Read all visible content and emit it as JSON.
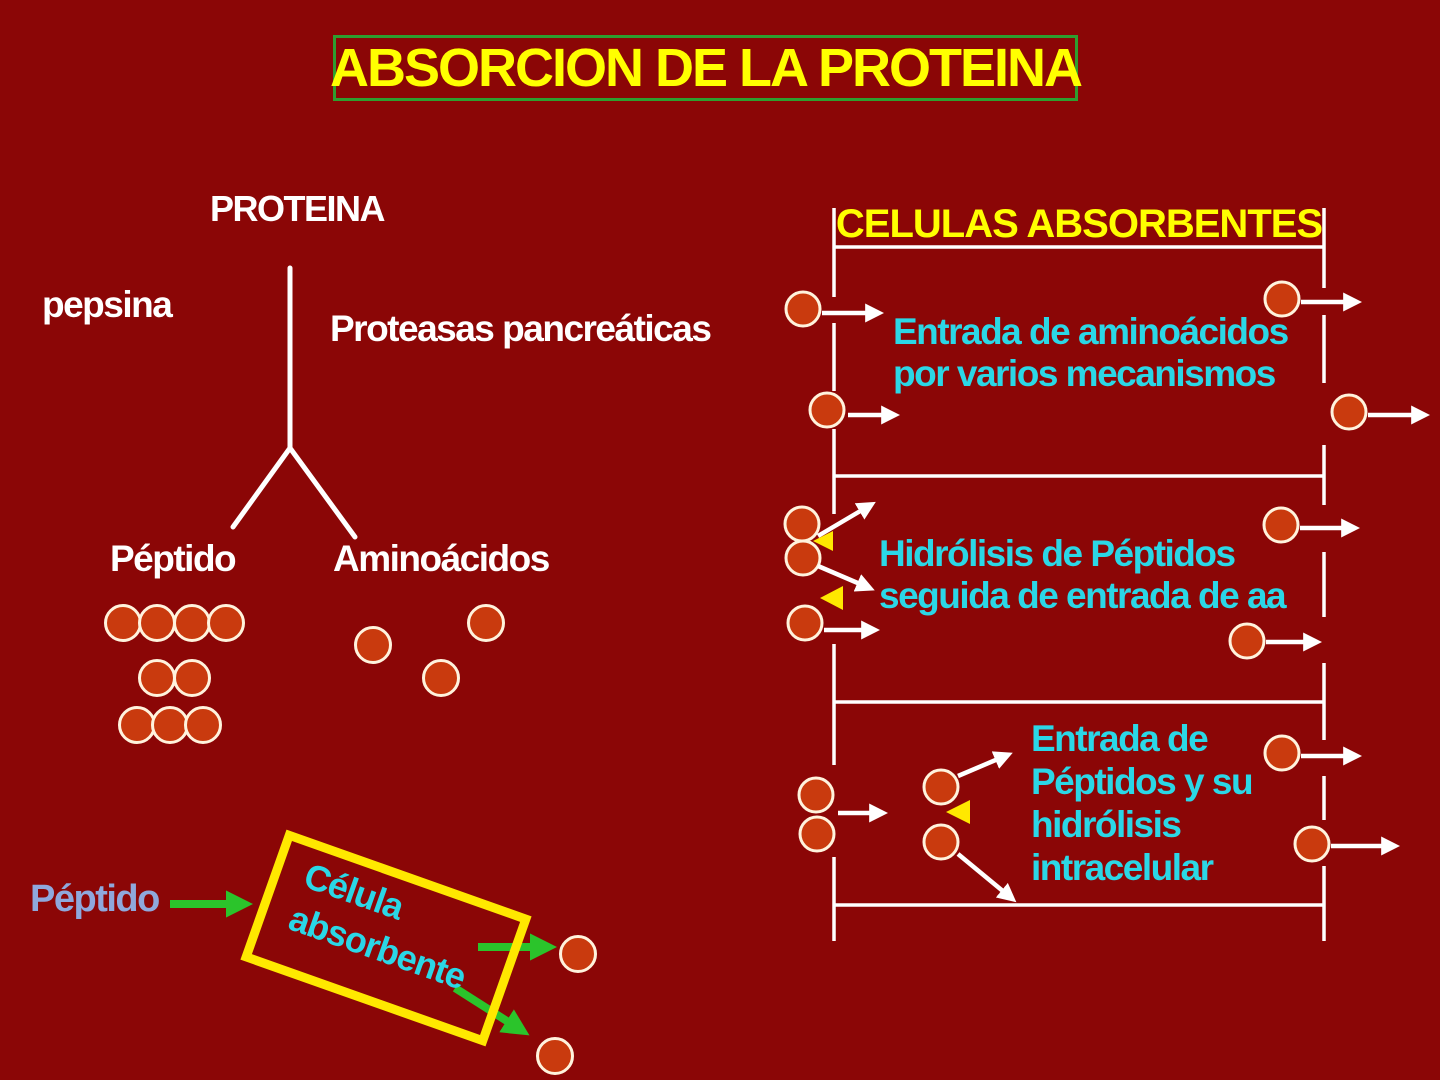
{
  "title": "ABSORCION DE LA PROTEINA",
  "left_diagram": {
    "protein": "PROTEINA",
    "enzyme_left": "pepsina",
    "enzyme_right": "Proteasas pancreáticas",
    "branch_left": "Péptido",
    "branch_right": "Aminoácidos"
  },
  "absorbing_cells": {
    "header": "CELULAS ABSORBENTES",
    "mechanisms": [
      {
        "lines": [
          "Entrada de aminoácidos",
          "por varios mecanismos"
        ]
      },
      {
        "lines": [
          "Hidrólisis de Péptidos",
          "seguida de entrada de aa"
        ]
      },
      {
        "lines": [
          "Entrada de",
          "Péptidos y su",
          "hidrólisis",
          "intracelular"
        ]
      }
    ]
  },
  "cell_detail": {
    "peptide_label": "Péptido",
    "cell_lines": [
      "Célula",
      "absorbente"
    ]
  },
  "colors": {
    "background": "#8B0606",
    "title_yellow": "#FFFF00",
    "title_border_green": "#2F9E2F",
    "cyan_text": "#2BD7E6",
    "membrane_white": "#FFFFFF",
    "molecule_fill": "#C93A0E",
    "molecule_stroke": "#FFF3DD",
    "triangle_yellow": "#FFE800",
    "cell_box_yellow": "#FFE800",
    "green_arrow": "#2BC42B",
    "peptide_blue": "#8FA8DC"
  }
}
